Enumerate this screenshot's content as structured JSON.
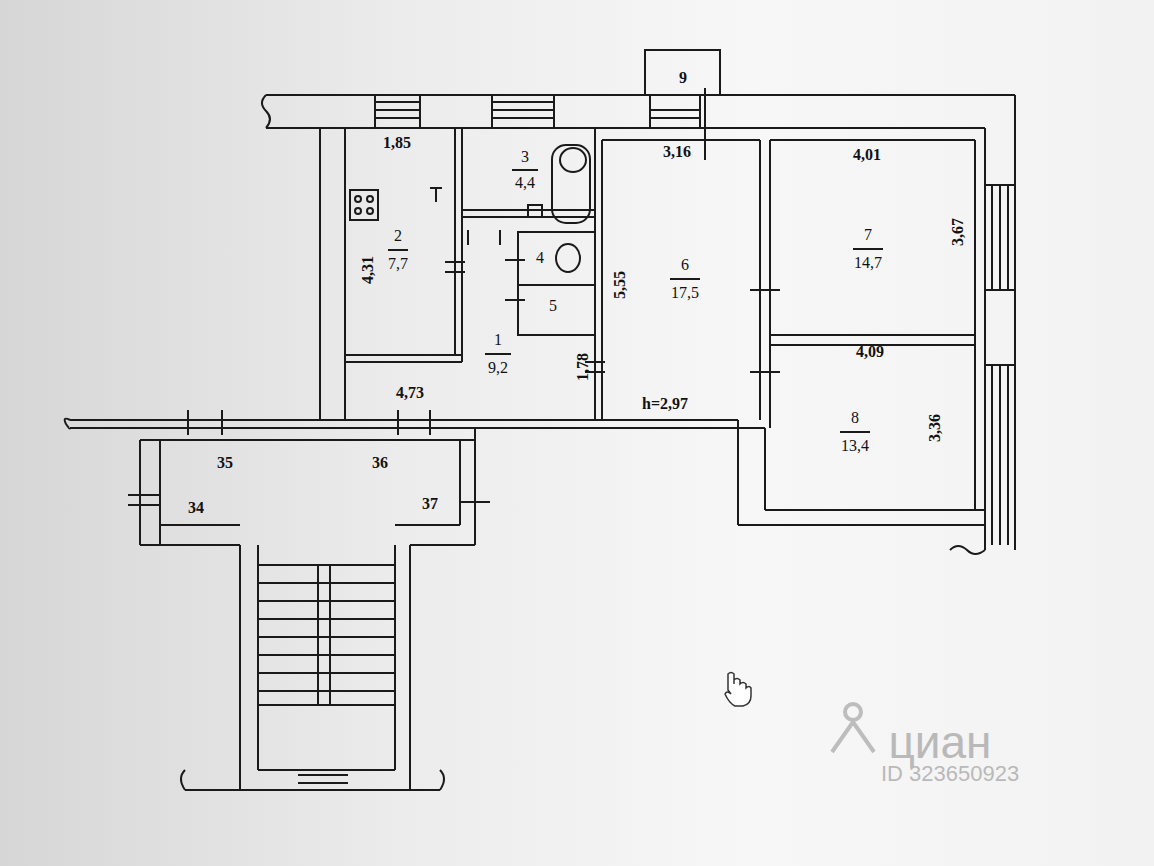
{
  "diagram": {
    "labels": [
      "9",
      "1,85",
      "3",
      "4,4",
      "3,16",
      "4,01",
      "2",
      "7,7",
      "4,31",
      "4",
      "5",
      "6",
      "17,5",
      "5,55",
      "7",
      "14,7",
      "3,67",
      "1",
      "9,2",
      "1,78",
      "4,09",
      "h=2,97",
      "4,73",
      "8",
      "13,4",
      "3,36",
      "35",
      "36",
      "34",
      "37",
      "циан",
      "ID 323650923"
    ]
  }
}
